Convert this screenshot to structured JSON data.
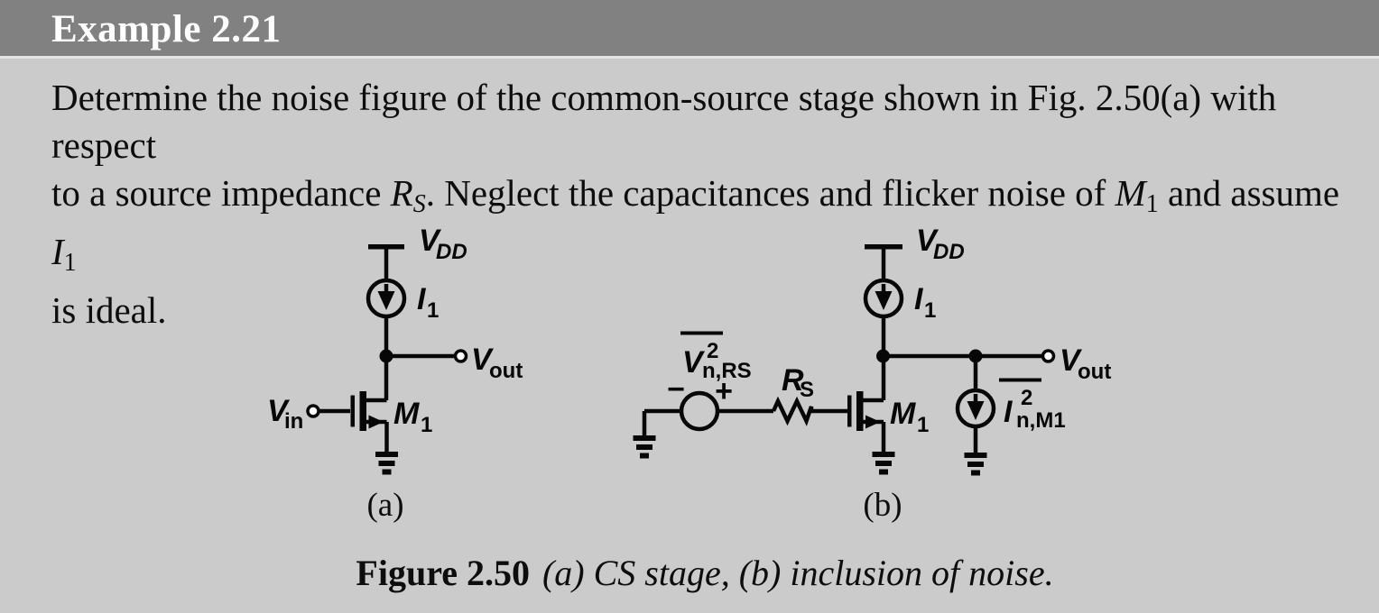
{
  "header": {
    "title": "Example 2.21"
  },
  "problem": {
    "line1": "Determine the noise figure of the common-source stage shown in Fig. 2.50(a) with respect",
    "line2_pre": "to a source impedance ",
    "rs_base": "R",
    "rs_sub": "S",
    "line2_mid1": ". Neglect the capacitances and flicker noise of ",
    "m1_base": "M",
    "m1_sub": "1",
    "line2_mid2": " and assume ",
    "i1_base": "I",
    "i1_sub": "1",
    "line3": "is ideal."
  },
  "figure": {
    "circuit_a": {
      "vdd_base": "V",
      "vdd_sub": "DD",
      "i1_base": "I",
      "i1_sub": "1",
      "vout_base": "V",
      "vout_sub": "out",
      "vin_base": "V",
      "vin_sub": "in",
      "m1_base": "M",
      "m1_sub": "1",
      "tag": "(a)"
    },
    "circuit_b": {
      "vdd_base": "V",
      "vdd_sub": "DD",
      "i1_base": "I",
      "i1_sub": "1",
      "vout_base": "V",
      "vout_sub": "out",
      "vnrs_base": "V",
      "vnrs_sup": "2",
      "vnrs_sub": "n,RS",
      "minus_sign": "−",
      "plus_sign": "+",
      "rs_base": "R",
      "rs_sub": "S",
      "m1_base": "M",
      "m1_sub": "1",
      "inm1_base": "I",
      "inm1_sup": "2",
      "inm1_sub": "n,M1",
      "tag": "(b)"
    },
    "caption_bold": "Figure 2.50",
    "caption_italic": "(a) CS stage, (b) inclusion of noise."
  },
  "colors": {
    "header_bg": "#818181",
    "page_bg": "#cbcbcb",
    "ink": "#070707",
    "header_text": "#ffffff"
  }
}
